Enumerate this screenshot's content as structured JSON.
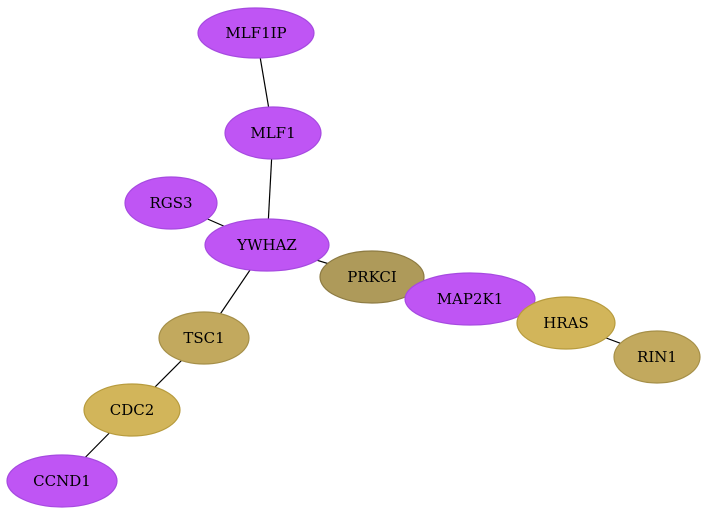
{
  "colors": {
    "purple": "#bf55f4",
    "purple_stroke": "#a64ae0",
    "olive": "#ae9a5a",
    "olive_stroke": "#8d7b43",
    "tan": "#c2a95e",
    "tan_stroke": "#a58f48",
    "gold": "#d2b55a",
    "gold_stroke": "#b79b3d"
  },
  "nodes": [
    {
      "id": "MLF1IP",
      "label": "MLF1IP",
      "color": "purple"
    },
    {
      "id": "MLF1",
      "label": "MLF1",
      "color": "purple"
    },
    {
      "id": "RGS3",
      "label": "RGS3",
      "color": "purple"
    },
    {
      "id": "YWHAZ",
      "label": "YWHAZ",
      "color": "purple"
    },
    {
      "id": "PRKCI",
      "label": "PRKCI",
      "color": "olive"
    },
    {
      "id": "MAP2K1",
      "label": "MAP2K1",
      "color": "purple"
    },
    {
      "id": "HRAS",
      "label": "HRAS",
      "color": "gold"
    },
    {
      "id": "RIN1",
      "label": "RIN1",
      "color": "tan"
    },
    {
      "id": "TSC1",
      "label": "TSC1",
      "color": "tan"
    },
    {
      "id": "CDC2",
      "label": "CDC2",
      "color": "gold"
    },
    {
      "id": "CCND1",
      "label": "CCND1",
      "color": "purple"
    }
  ],
  "edges": [
    [
      "MLF1IP",
      "MLF1"
    ],
    [
      "MLF1",
      "YWHAZ"
    ],
    [
      "RGS3",
      "YWHAZ"
    ],
    [
      "YWHAZ",
      "PRKCI"
    ],
    [
      "YWHAZ",
      "TSC1"
    ],
    [
      "TSC1",
      "CDC2"
    ],
    [
      "CDC2",
      "CCND1"
    ],
    [
      "HRAS",
      "RIN1"
    ]
  ]
}
